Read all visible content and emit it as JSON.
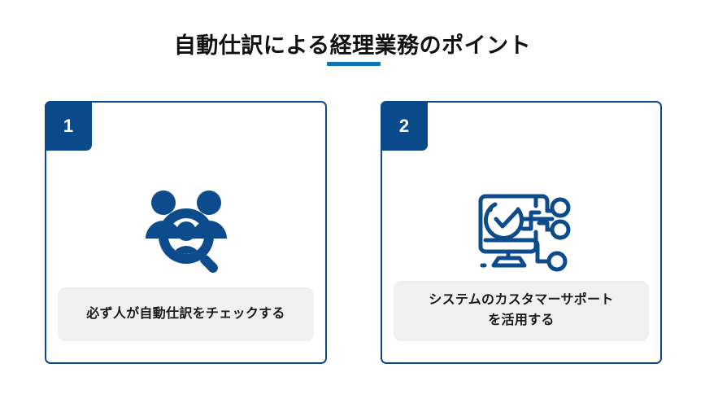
{
  "page": {
    "background_color": "#ffffff",
    "title": "自動仕訳による経理業務のポイント",
    "accent_color": "#0f73b8",
    "brand_navy": "#0a4a8a",
    "caption_bg": "#f0f0f0"
  },
  "cards": [
    {
      "number": "1",
      "icon_name": "people-search-icon",
      "icon_color": "#0d4c8c",
      "caption": "必ず人が自動仕訳をチェックする"
    },
    {
      "number": "2",
      "icon_name": "monitor-check-network-icon",
      "icon_color": "#0d4c8c",
      "caption_line1": "システムのカスタマーサポート",
      "caption_line2": "を活用する"
    }
  ]
}
